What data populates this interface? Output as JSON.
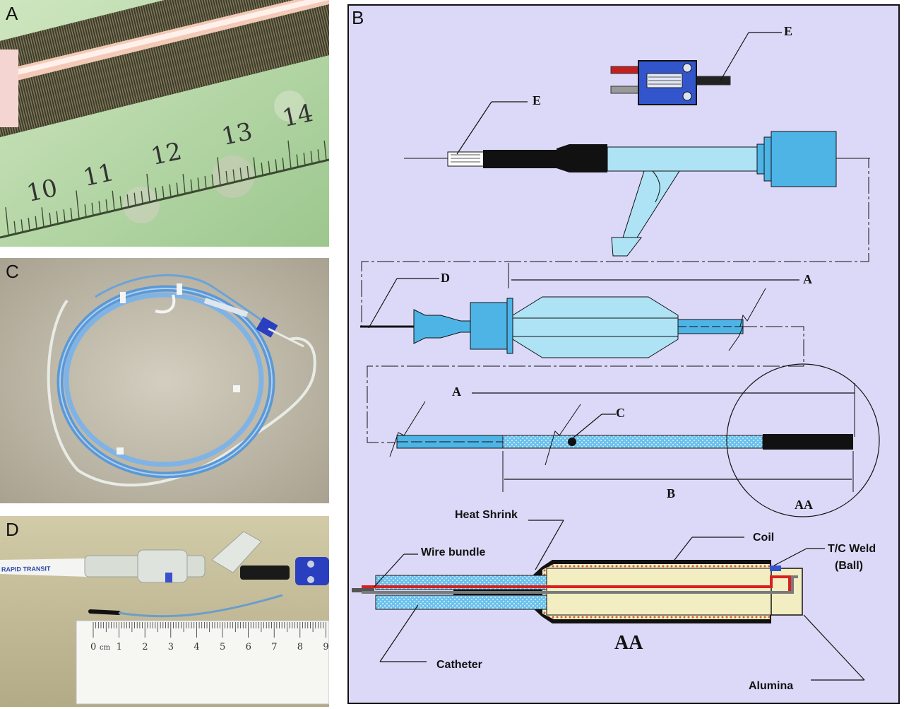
{
  "panels": {
    "a": {
      "label": "A",
      "scale_numbers": [
        "10",
        "11",
        "12",
        "13",
        "14"
      ]
    },
    "b": {
      "label": "B",
      "labels": {
        "e_top": "E",
        "e_mid": "E",
        "d": "D",
        "a_first": "A",
        "a_second": "A",
        "c": "C",
        "b_dim": "B",
        "aa_circle": "AA",
        "aa_detail": "AA"
      },
      "callouts": {
        "heat_shrink": "Heat Shrink",
        "coil": "Coil",
        "wire_bundle": "Wire bundle",
        "tc_weld_line1": "T/C Weld",
        "tc_weld_line2": "(Ball)",
        "catheter": "Catheter",
        "alumina": "Alumina"
      },
      "colors": {
        "background": "#dcd9f8",
        "light_blue": "#aee3f5",
        "blue": "#4eb4e6",
        "connector_blue": "#3355cc",
        "black": "#111111",
        "tan": "#f3edc2",
        "red": "#d92020",
        "coil_dots": "#d05a3a"
      }
    },
    "c": {
      "label": "C"
    },
    "d": {
      "label": "D",
      "sleeve_text": "RAPID TRANSIT",
      "ruler_unit": "cm",
      "ruler_numbers": [
        "0",
        "1",
        "2",
        "3",
        "4",
        "5",
        "6",
        "7",
        "8",
        "9"
      ]
    }
  }
}
